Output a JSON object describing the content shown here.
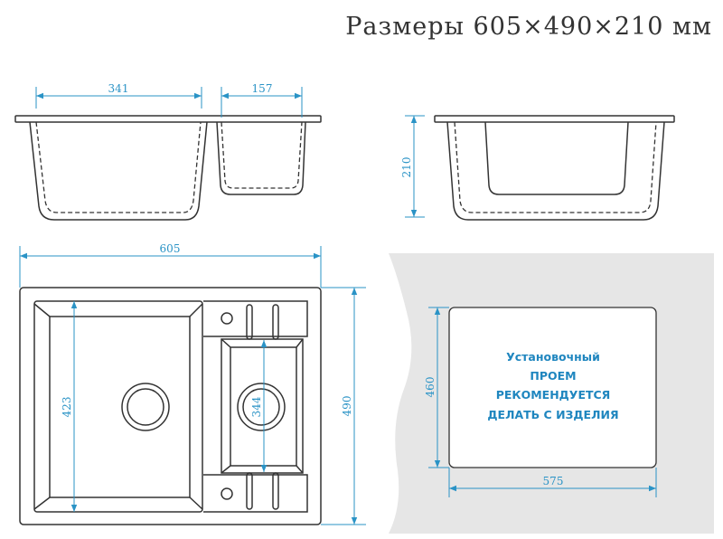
{
  "title": "Размеры 605×490×210 мм",
  "dimensions": {
    "bowl_large_width": "341",
    "bowl_small_width": "157",
    "depth": "210",
    "total_width": "605",
    "total_depth": "490",
    "bowl_large_length": "423",
    "bowl_small_length": "344",
    "cutout_depth": "460",
    "cutout_width": "575"
  },
  "cutout_note": [
    "Установочный",
    "проем",
    "рекомендуется",
    "делать с изделия"
  ],
  "colors": {
    "dimension": "#2a93c6",
    "note": "#1f86bf",
    "counter": "#e6e6e6"
  }
}
